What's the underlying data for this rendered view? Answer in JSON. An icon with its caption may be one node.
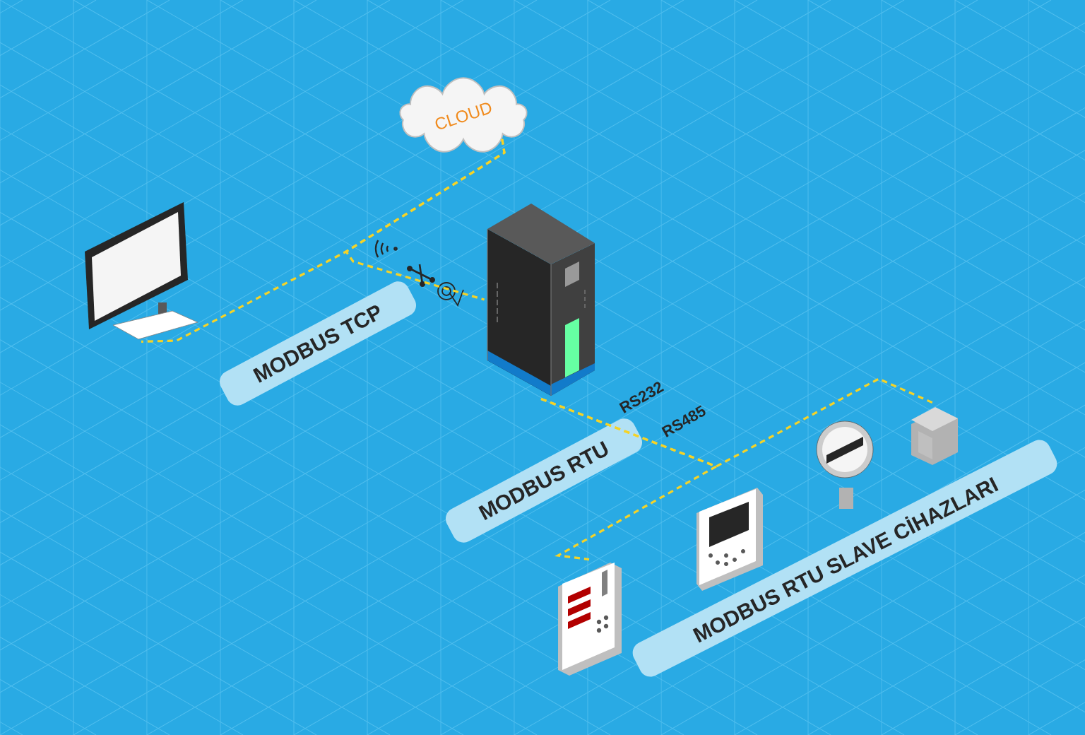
{
  "diagram": {
    "nodes": [
      {
        "text": [
          "CLOUD"
        ]
      },
      {
        "text": [],
        "shape": "picture"
      },
      {
        "text": [],
        "shape": "picture"
      },
      {
        "text": [],
        "shape": "picture"
      },
      {
        "text": [],
        "shape": "picture"
      },
      {
        "text": [],
        "shape": "picture"
      },
      {
        "text": [],
        "shape": "picture"
      },
      {
        "text": [
          "MODBUS TCP"
        ]
      },
      {
        "text": [
          "MODBUS RTU"
        ]
      },
      {
        "text": [
          "MODBUS RTU SLAVE CİHAZLARI"
        ]
      }
    ],
    "edges": [
      {
        "from": 0,
        "to": 1,
        "arrow": "none",
        "style": "dashed"
      },
      {
        "from": 0,
        "to": 2,
        "arrow": "none",
        "style": "dashed"
      },
      {
        "from": 2,
        "to": 3,
        "arrow": "none",
        "style": "dashed"
      },
      {
        "from": 2,
        "to": 6,
        "arrow": "none",
        "style": "dashed"
      }
    ],
    "labels": [
      "RS232",
      "RS485"
    ]
  }
}
